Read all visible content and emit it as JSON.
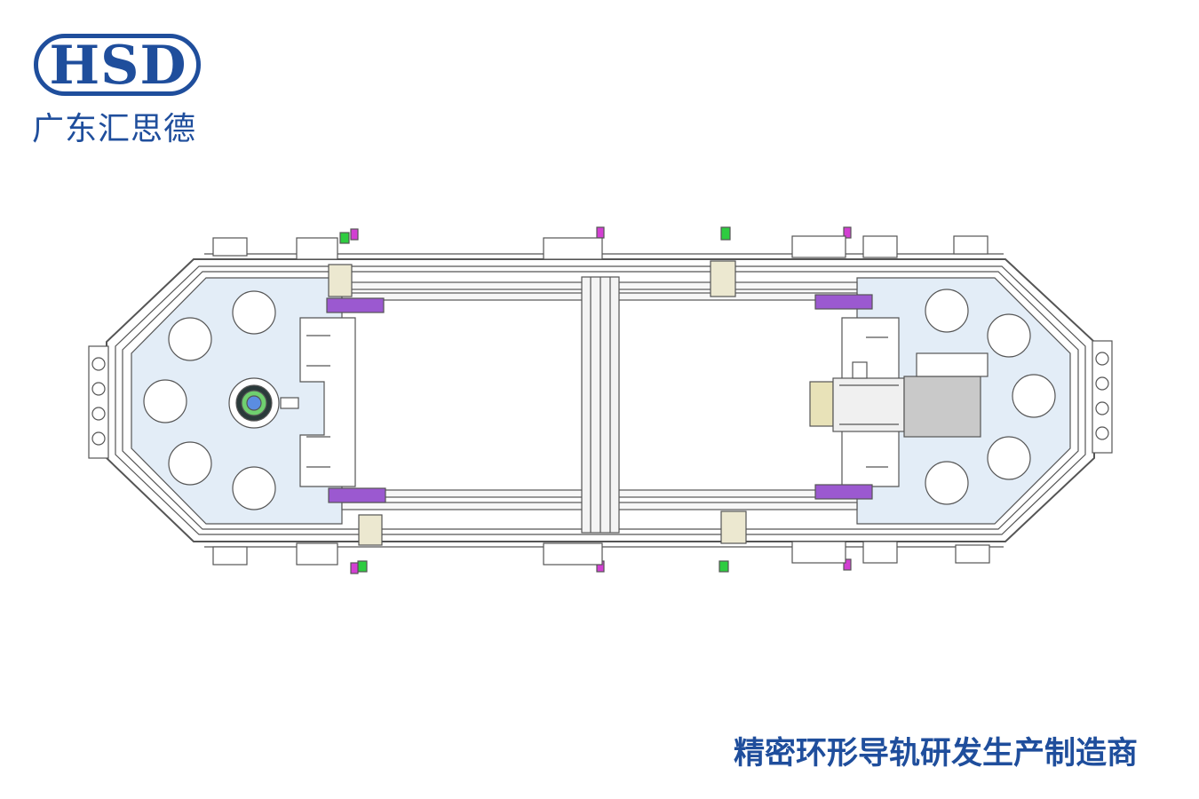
{
  "brand": {
    "logo_text": "HSD",
    "company_name": "广东汇思德",
    "color": "#1f4e9c"
  },
  "tagline": "精密环形导轨研发生产制造商",
  "colors": {
    "plate_fill": "#e3edf7",
    "frame_stroke": "#555555",
    "accent_purple": "#9b59d0",
    "accent_green": "#2ecc40",
    "accent_magenta": "#d23fd2",
    "motor_yellow": "#e8e2b8"
  }
}
